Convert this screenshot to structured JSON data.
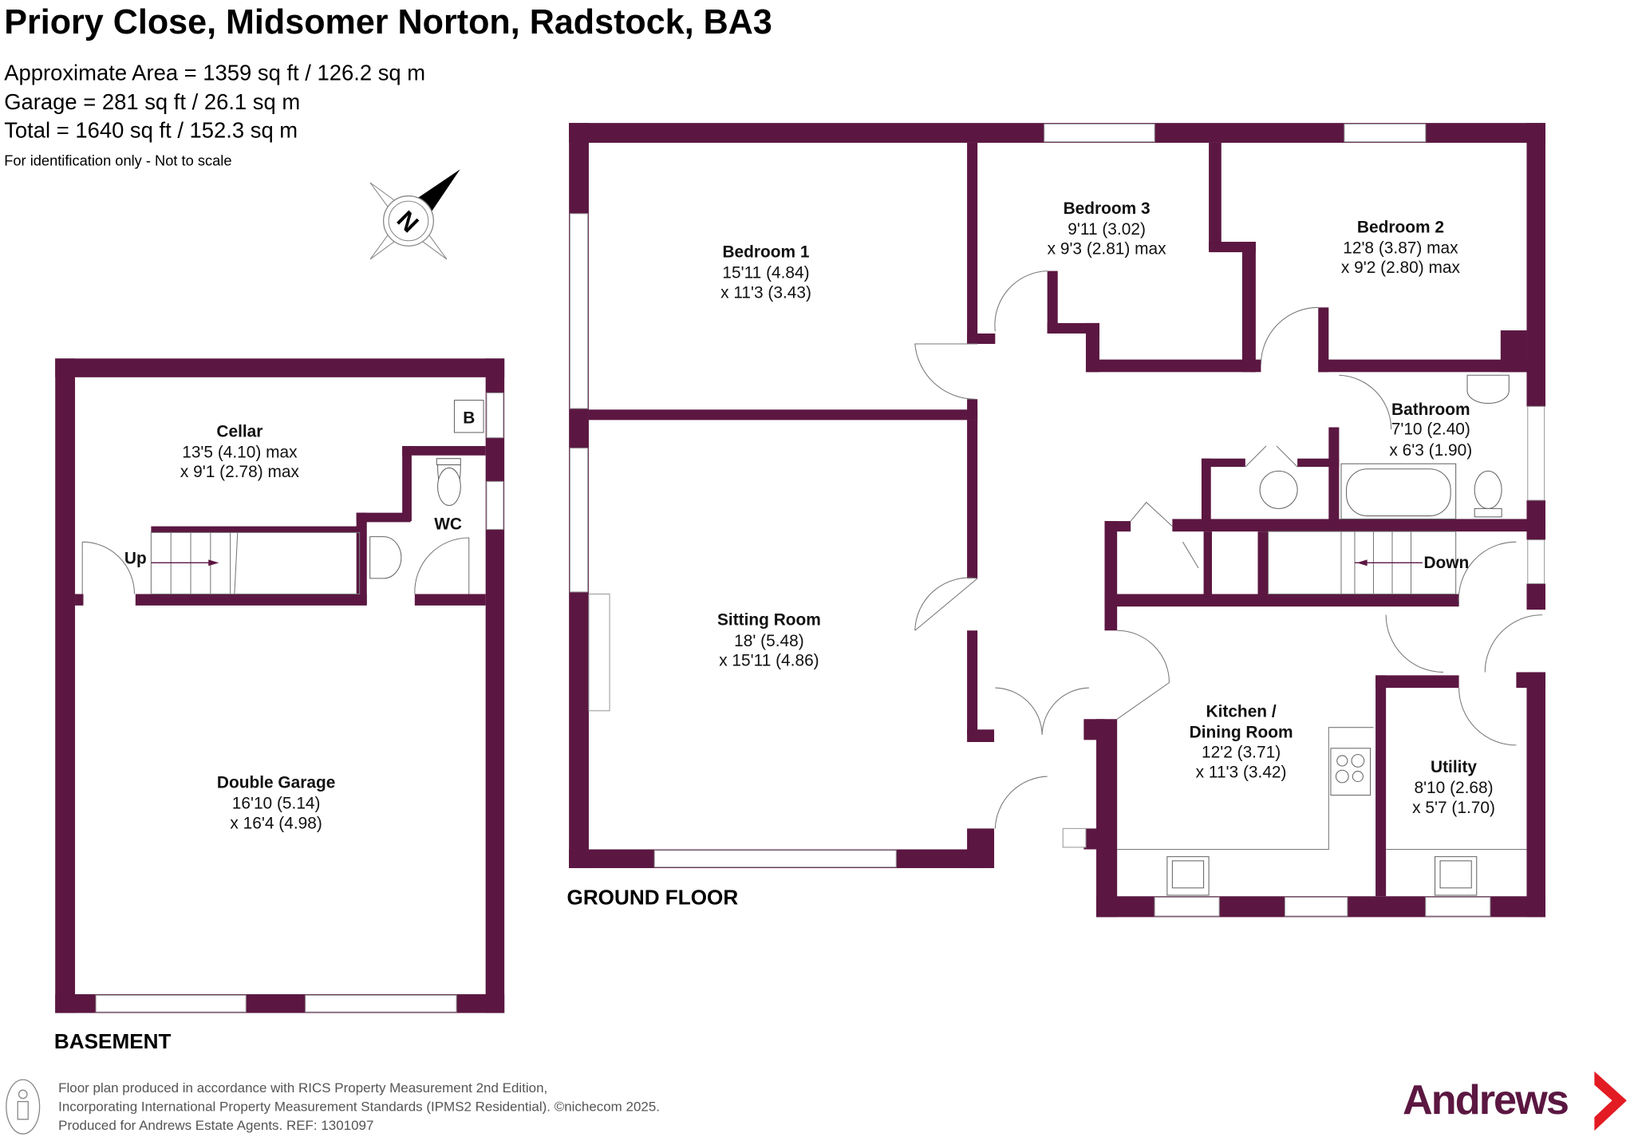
{
  "header": {
    "title": "Priory Close, Midsomer Norton, Radstock, BA3",
    "area_lines": [
      "Approximate Area = 1359 sq ft / 126.2 sq m",
      "Garage = 281 sq ft / 26.1 sq m",
      "Total = 1640 sq ft / 152.3 sq m"
    ],
    "note": "For identification only - Not to scale"
  },
  "compass": {
    "label": "N",
    "icon": "compass-north-icon"
  },
  "floors": {
    "basement": "BASEMENT",
    "ground": "GROUND FLOOR"
  },
  "rooms": {
    "cellar": {
      "name": "Cellar",
      "dims": [
        "13'5 (4.10) max",
        "x 9'1 (2.78) max"
      ]
    },
    "wc": {
      "name": "WC"
    },
    "garage": {
      "name": "Double Garage",
      "dims": [
        "16'10 (5.14)",
        "x 16'4 (4.98)"
      ]
    },
    "bedroom1": {
      "name": "Bedroom 1",
      "dims": [
        "15'11 (4.84)",
        "x 11'3 (3.43)"
      ]
    },
    "bedroom3": {
      "name": "Bedroom 3",
      "dims": [
        "9'11 (3.02)",
        "x 9'3 (2.81) max"
      ]
    },
    "bedroom2": {
      "name": "Bedroom 2",
      "dims": [
        "12'8 (3.87) max",
        "x 9'2 (2.80) max"
      ]
    },
    "bathroom": {
      "name": "Bathroom",
      "dims": [
        "7'10 (2.40)",
        "x 6'3 (1.90)"
      ]
    },
    "sitting": {
      "name": "Sitting Room",
      "dims": [
        "18' (5.48)",
        "x 15'11 (4.86)"
      ]
    },
    "kitchen": {
      "name": [
        "Kitchen /",
        "Dining Room"
      ],
      "dims": [
        "12'2 (3.71)",
        "x 11'3 (3.42)"
      ]
    },
    "utility": {
      "name": "Utility",
      "dims": [
        "8'10 (2.68)",
        "x 5'7 (1.70)"
      ]
    }
  },
  "labels": {
    "boiler": "B",
    "up": "Up",
    "down": "Down"
  },
  "footer": {
    "lines": [
      "Floor plan produced in accordance with RICS Property Measurement 2nd Edition,",
      "Incorporating International Property Measurement Standards (IPMS2 Residential).  ©nichecom 2025.",
      "Produced for Andrews Estate Agents.   REF: 1301097"
    ]
  },
  "logo": {
    "text": "Andrews"
  },
  "colors": {
    "wall": "#5b1741",
    "logo_chevron": "#e31b23",
    "logo_text": "#5b1741"
  }
}
